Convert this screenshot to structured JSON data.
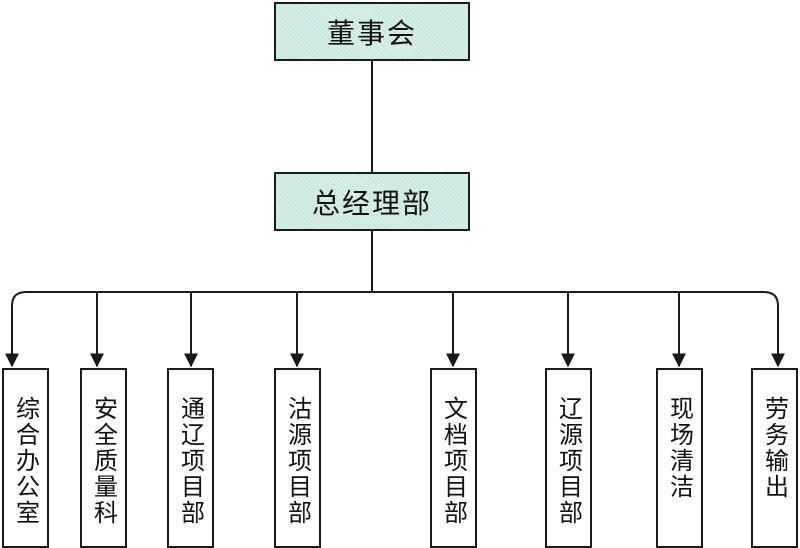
{
  "board": {
    "label": "董事会"
  },
  "general_manager": {
    "label": "总经理部"
  },
  "departments": [
    {
      "label": "综合办公室"
    },
    {
      "label": "安全质量科"
    },
    {
      "label": "通辽项目部"
    },
    {
      "label": "沽源项目部"
    },
    {
      "label": "文档项目部"
    },
    {
      "label": "辽源项目部"
    },
    {
      "label": "现场清洁"
    },
    {
      "label": "劳务输出"
    }
  ],
  "colors": {
    "box_fill": "#d8f0ea",
    "line": "#1a1a1a"
  }
}
